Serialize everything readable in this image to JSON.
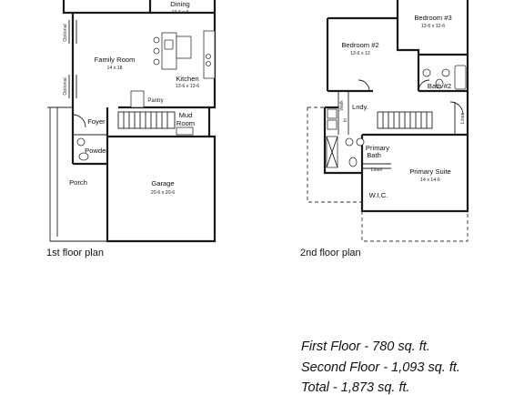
{
  "first_floor": {
    "caption": "1st floor plan",
    "rooms": {
      "dining": {
        "name": "Dining",
        "dims": "13-6 x 9"
      },
      "family": {
        "name": "Family Room",
        "dims": "14 x 18"
      },
      "kitchen": {
        "name": "Kitchen",
        "dims": "13-6 x 13-6"
      },
      "pantry": {
        "name": "Pantry"
      },
      "mud": {
        "name": "Mud Room",
        "line1": "Mud",
        "line2": "Room"
      },
      "foyer": {
        "name": "Foyer"
      },
      "powder": {
        "name": "Powder"
      },
      "porch": {
        "name": "Porch"
      },
      "garage": {
        "name": "Garage",
        "dims": "20-6 x 20-6"
      }
    },
    "notes": {
      "optional_upper": "Optional",
      "optional_lower": "Optional"
    }
  },
  "second_floor": {
    "caption": "2nd floor plan",
    "rooms": {
      "bedroom2": {
        "name": "Bedroom #2",
        "dims": "13-6 x 12"
      },
      "bedroom3": {
        "name": "Bedroom #3",
        "dims": "13-6 x 12-6"
      },
      "bath2": {
        "name": "Bath #2"
      },
      "laundry": {
        "name": "Lndy."
      },
      "walk_in": {
        "name": "Walk-In",
        "line1": "Walk",
        "line2": "In"
      },
      "primary_bath": {
        "name": "Primary Bath",
        "line1": "Primary",
        "line2": "Bath"
      },
      "primary_suite": {
        "name": "Primary Suite",
        "dims": "14 x 14-6"
      },
      "wic": {
        "name": "W.I.C."
      },
      "linen_upper": {
        "name": "Linen"
      },
      "linen_lower": {
        "name": "Linen"
      }
    }
  },
  "square_footage": [
    {
      "label": "First Floor - 780 sq. ft."
    },
    {
      "label": "Second Floor - 1,093 sq. ft."
    },
    {
      "label": "Total - 1,873 sq. ft."
    }
  ]
}
